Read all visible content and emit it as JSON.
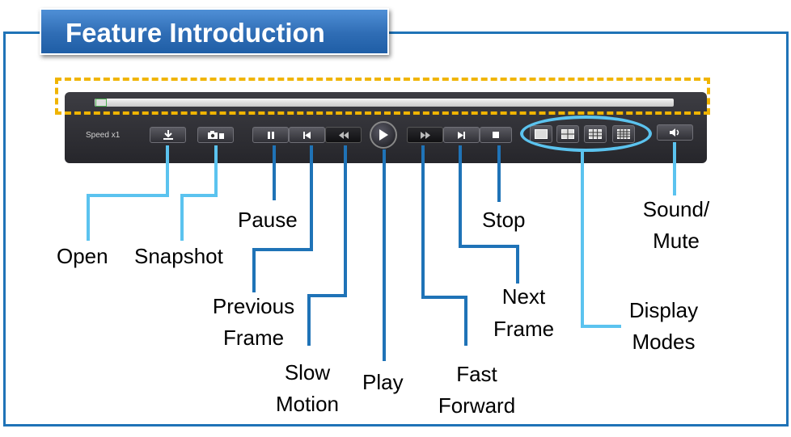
{
  "title": "Feature Introduction",
  "player": {
    "speed_label": "Speed x1",
    "progress": 0.0
  },
  "labels": {
    "open": "Open",
    "snapshot": "Snapshot",
    "pause": "Pause",
    "previous_frame_1": "Previous",
    "previous_frame_2": "Frame",
    "slow_motion_1": "Slow",
    "slow_motion_2": "Motion",
    "play": "Play",
    "fast_forward_1": "Fast",
    "fast_forward_2": "Forward",
    "next_frame_1": "Next",
    "next_frame_2": "Frame",
    "stop": "Stop",
    "display_modes_1": "Display",
    "display_modes_2": "Modes",
    "sound_mute_1": "Sound/",
    "sound_mute_2": "Mute"
  },
  "colors": {
    "frame": "#1f73b7",
    "title_bg": "#2f6db5",
    "dash": "#f0b400",
    "highlight": "#5bc3ef",
    "player_bg": "#2f2f34"
  }
}
